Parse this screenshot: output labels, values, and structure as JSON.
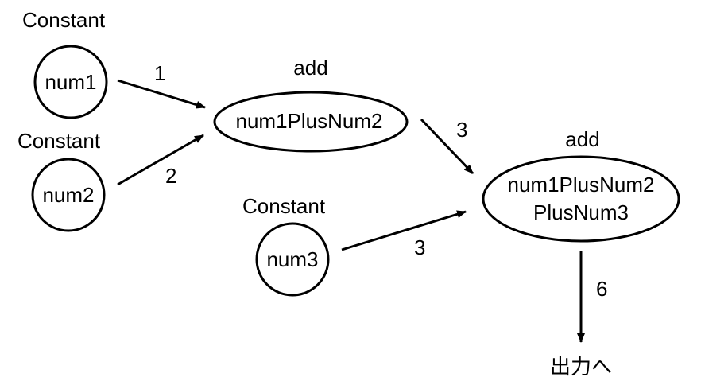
{
  "colors": {
    "stroke": "#000000",
    "background": "#ffffff"
  },
  "nodes": {
    "num1": {
      "type_label": "Constant",
      "name": "num1"
    },
    "num2": {
      "type_label": "Constant",
      "name": "num2"
    },
    "num3": {
      "type_label": "Constant",
      "name": "num3"
    },
    "add1": {
      "type_label": "add",
      "name": "num1PlusNum2"
    },
    "add2": {
      "type_label": "add",
      "name_line1": "num1PlusNum2",
      "name_line2": "PlusNum3"
    }
  },
  "edges": {
    "num1_to_add1": "1",
    "num2_to_add1": "2",
    "add1_to_add2": "3",
    "num3_to_add2": "3",
    "add2_to_output": "6"
  },
  "output_label": "出力へ"
}
